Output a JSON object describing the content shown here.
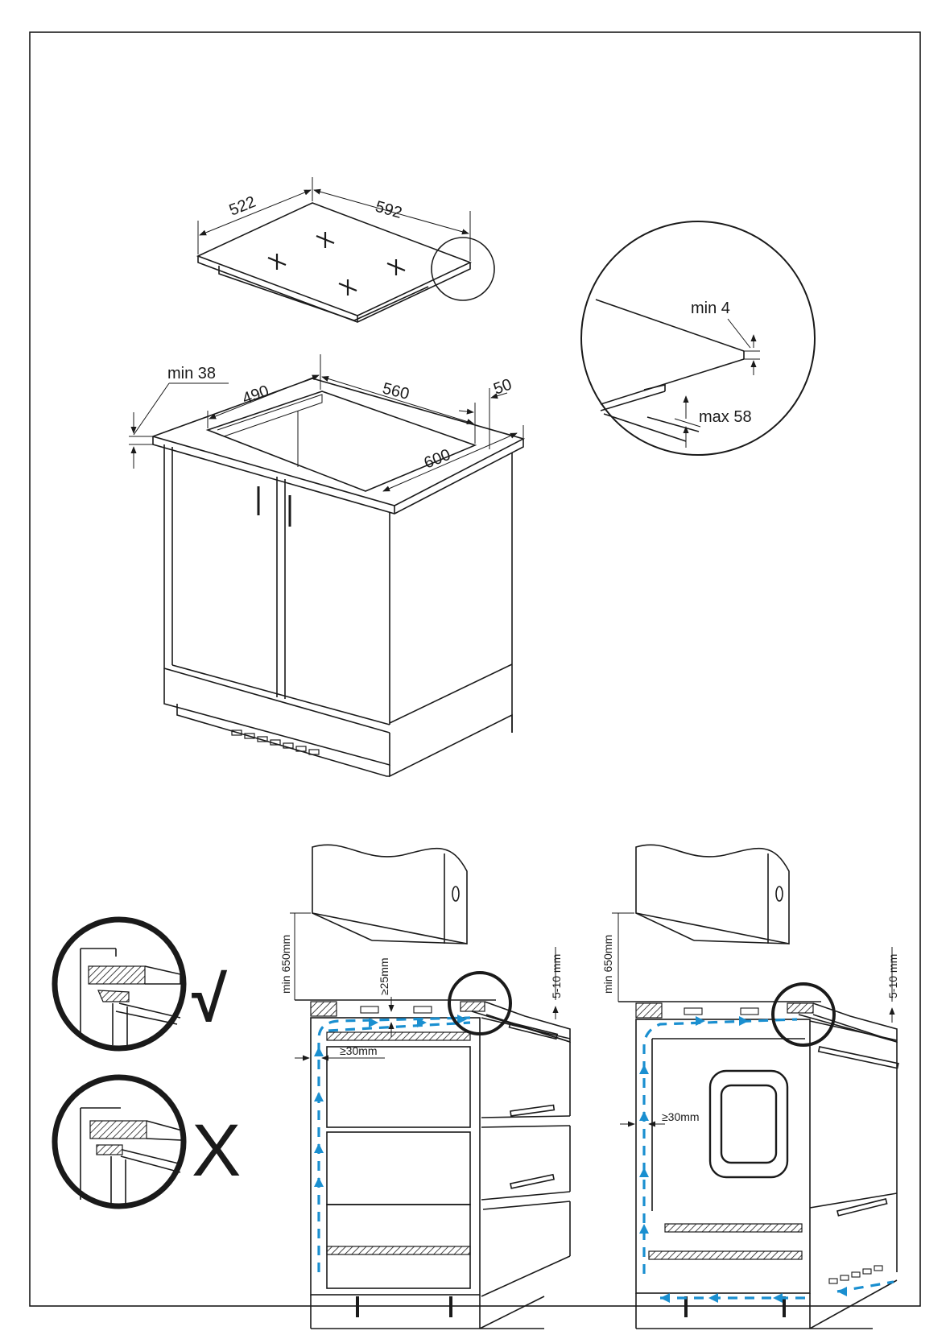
{
  "hob": {
    "depth": "522",
    "width": "592"
  },
  "cabinet": {
    "worktop_thickness": "min 38",
    "cutout_depth": "490",
    "cutout_width": "560",
    "rear_distance": "50",
    "worktop_depth": "600"
  },
  "detail": {
    "clearance_label": "min 4",
    "recess_label": "max 58"
  },
  "correct_mark": "√",
  "wrong_mark": "X",
  "ventilation_drawers": {
    "upper_clearance": "min 650mm",
    "gap_top": "≥25mm",
    "gap_side": "≥30mm",
    "front_gap": "5-10 mm"
  },
  "ventilation_oven": {
    "upper_clearance": "min 650mm",
    "gap_side": "≥30mm",
    "front_gap": "5-10 mm"
  },
  "colors": {
    "line": "#1a1a1a",
    "airflow": "#1a8fd0"
  },
  "icons": [
    "check-mark",
    "cross-mark",
    "arrow-head",
    "airflow-arrow"
  ]
}
